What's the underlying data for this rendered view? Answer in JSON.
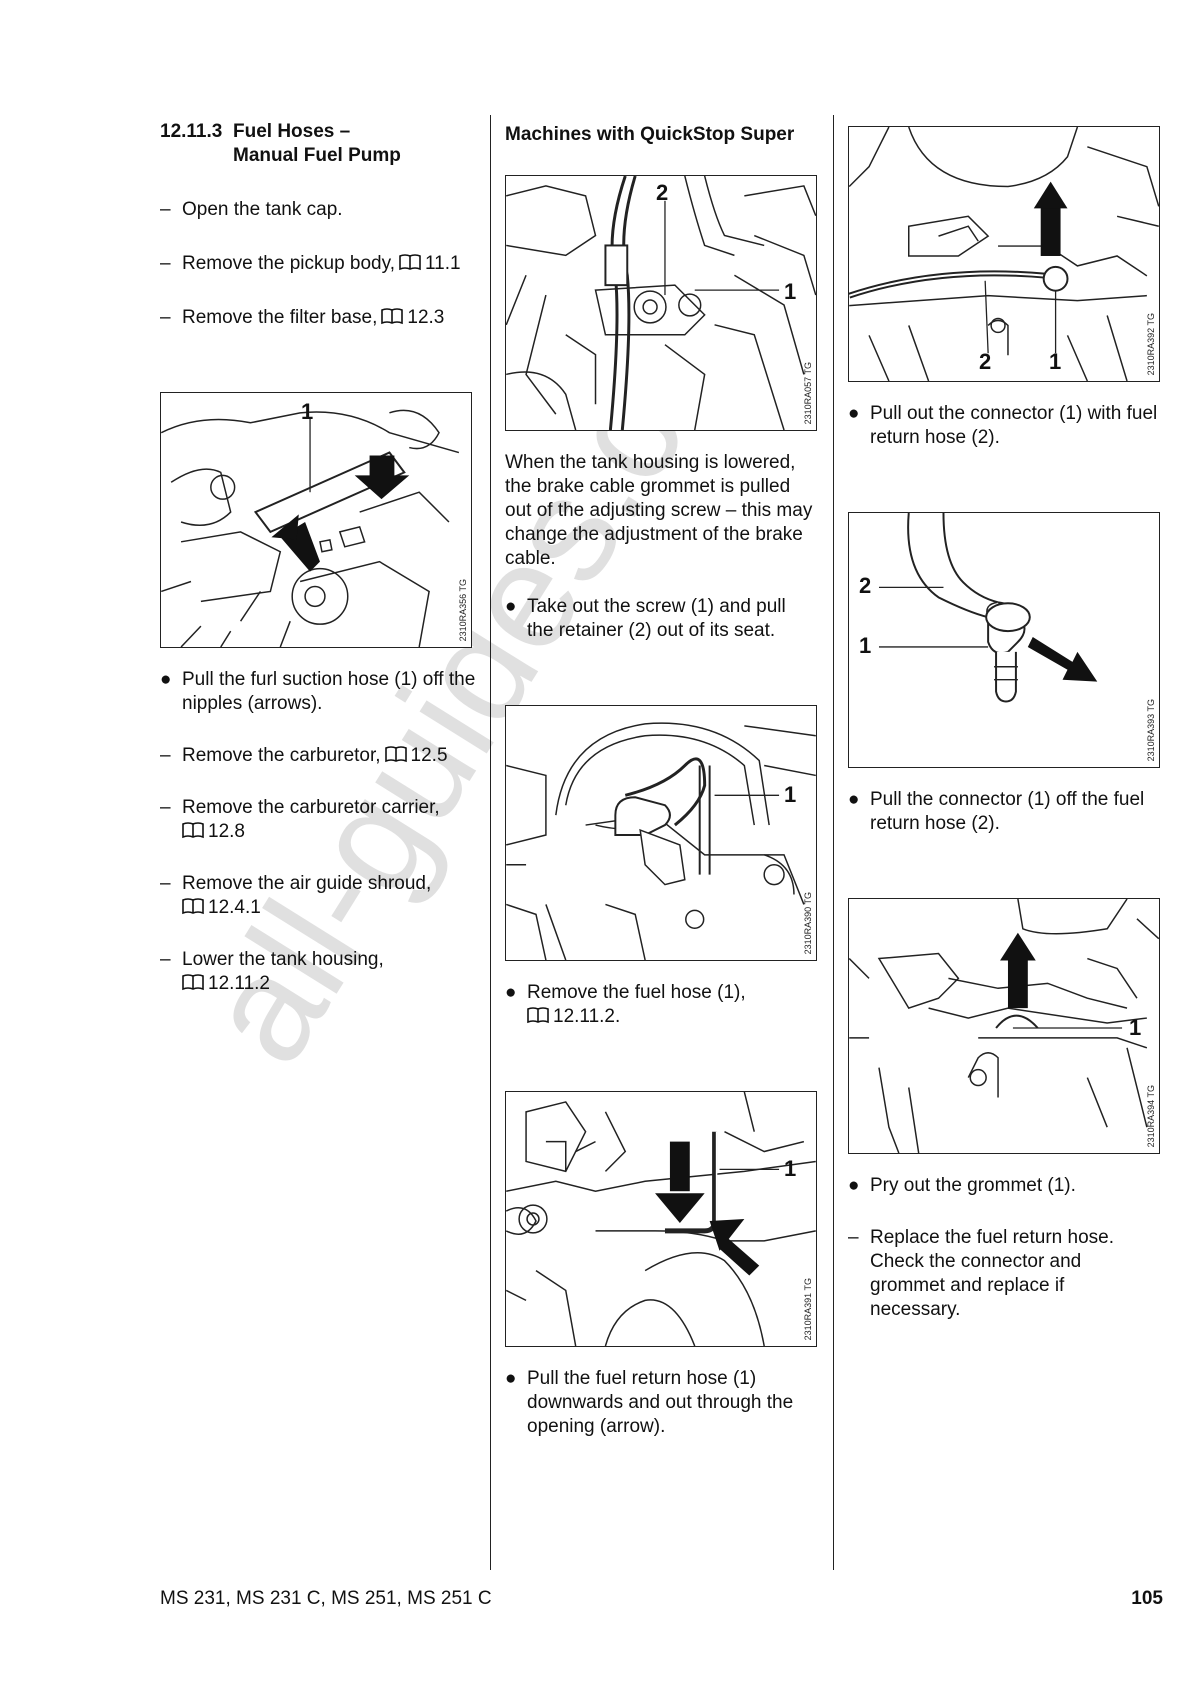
{
  "section": {
    "number": "12.11.3",
    "title_line1": "Fuel Hoses –",
    "title_line2": "Manual Fuel Pump"
  },
  "col1": {
    "steps_a": [
      {
        "marker": "–",
        "text": "Open the tank cap.",
        "ref": ""
      },
      {
        "marker": "–",
        "text": "Remove the pickup body,",
        "ref": "11.1"
      },
      {
        "marker": "–",
        "text": "Remove the filter base,",
        "ref": "12.3"
      }
    ],
    "fig1": {
      "code": "2310RA356 TG",
      "callout": "1"
    },
    "steps_b": [
      {
        "marker": "●",
        "text": "Pull the furl suction hose (1) off the nipples (arrows).",
        "ref": ""
      },
      {
        "marker": "–",
        "text": "Remove the carburetor,",
        "ref": "12.5"
      },
      {
        "marker": "–",
        "text": "Remove the carburetor carrier,",
        "ref": "12.8"
      },
      {
        "marker": "–",
        "text": "Remove the air guide shroud,",
        "ref": "12.4.1"
      },
      {
        "marker": "–",
        "text": "Lower the tank housing,",
        "ref": "12.11.2"
      }
    ]
  },
  "col2": {
    "subheading": "Machines with QuickStop Super",
    "fig2": {
      "code": "2310RA057 TG",
      "callout_a": "2",
      "callout_b": "1"
    },
    "paragraph": "When the tank housing is lowered, the brake cable grommet is pulled out of the adjusting screw – this may change the adjustment of the brake cable.",
    "step1": {
      "marker": "●",
      "text": "Take out the screw (1) and pull the retainer (2) out of its seat."
    },
    "fig3": {
      "code": "2310RA390 TG",
      "callout": "1"
    },
    "step2": {
      "marker": "●",
      "text": "Remove the fuel hose (1),",
      "ref": "12.11.2."
    },
    "fig4": {
      "code": "2310RA391 TG",
      "callout": "1"
    },
    "step3": {
      "marker": "●",
      "text": "Pull the fuel return hose (1) downwards and out through the opening (arrow)."
    }
  },
  "col3": {
    "fig5": {
      "code": "2310RA392 TG",
      "callout_a": "2",
      "callout_b": "1"
    },
    "step1": {
      "marker": "●",
      "text": "Pull out the connector (1) with fuel return hose (2)."
    },
    "fig6": {
      "code": "2310RA393 TG",
      "callout_a": "2",
      "callout_b": "1"
    },
    "step2": {
      "marker": "●",
      "text": "Pull the connector (1) off the fuel return hose (2)."
    },
    "fig7": {
      "code": "2310RA394 TG",
      "callout": "1"
    },
    "step3": {
      "marker": "●",
      "text": "Pry out the grommet (1)."
    },
    "step4": {
      "marker": "–",
      "text": "Replace the fuel return hose. Check the connector and grommet and replace if necessary."
    }
  },
  "footer": {
    "models": "MS 231, MS 231 C, MS 251, MS 251 C",
    "page": "105"
  },
  "watermark": "all-guides.com"
}
